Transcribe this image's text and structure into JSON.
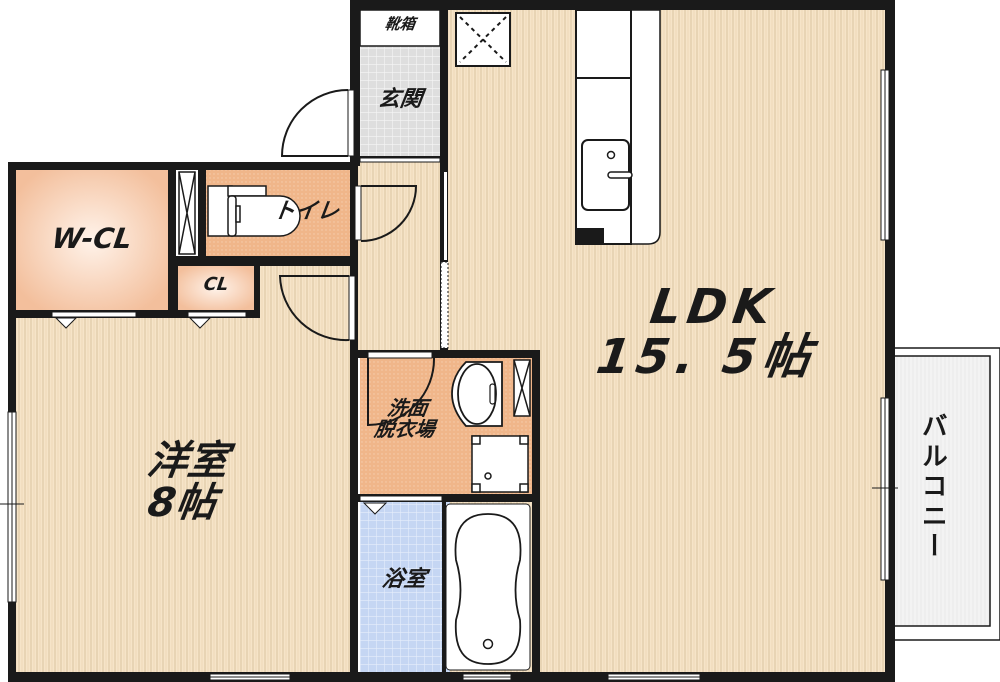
{
  "floor_plan": {
    "rooms": [
      {
        "id": "ldk",
        "name": "LDK",
        "size": "15. 5帖",
        "fill": "#f6e4c8"
      },
      {
        "id": "western_room",
        "name": "洋室",
        "size": "8帖",
        "fill": "#f6e4c8"
      },
      {
        "id": "walk_in_closet",
        "name": "W-CL",
        "fill": "#f5c9a8"
      },
      {
        "id": "closet",
        "name": "CL",
        "fill": "#f5c9a8"
      },
      {
        "id": "toilet",
        "name": "トイレ",
        "fill": "#f0b88e"
      },
      {
        "id": "entrance",
        "name": "玄関",
        "fill": "#e4e4e4"
      },
      {
        "id": "shoe_box",
        "name": "靴箱",
        "fill": "#ffffff"
      },
      {
        "id": "washroom",
        "name_lines": [
          "洗面",
          "脱衣場"
        ],
        "fill": "#f0b88e"
      },
      {
        "id": "bathroom",
        "name": "浴室",
        "fill": "#c9d9f4"
      },
      {
        "id": "balcony",
        "name": "バルコニー",
        "fill": "#f2f2f2"
      }
    ],
    "colors": {
      "wall": "#1a1a1a",
      "wood_floor": "#f6e4c8",
      "wood_stripe": "#d9c3a0",
      "tile_grid": "#ffffff"
    }
  }
}
